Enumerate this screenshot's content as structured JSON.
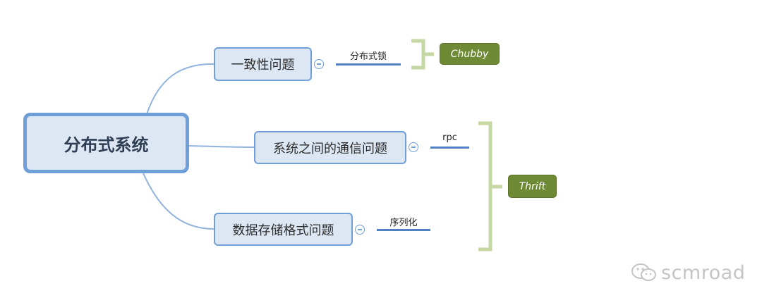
{
  "root": {
    "label": "分布式系统"
  },
  "branches": [
    {
      "label": "一致性问题",
      "leaf": "分布式锁"
    },
    {
      "label": "系统之间的通信问题",
      "leaf": "rpc"
    },
    {
      "label": "数据存储格式问题",
      "leaf": "序列化"
    }
  ],
  "tags": [
    {
      "label": "Chubby"
    },
    {
      "label": "Thrift"
    }
  ],
  "watermark": {
    "text": "scmroad",
    "icon": "wechat-icon"
  },
  "colors": {
    "node_fill": "#dde6f3",
    "node_border": "#6f9fd8",
    "leaf_line": "#4f80c4",
    "bracket": "#c5d7a2",
    "tag_fill": "#6f8a35"
  }
}
